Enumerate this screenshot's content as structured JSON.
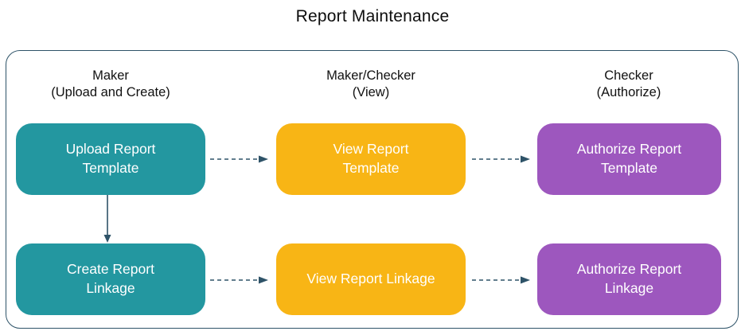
{
  "title": "Report Maintenance",
  "colors": {
    "teal": "#2397A0",
    "yellow": "#F8B515",
    "purple": "#9D57BE",
    "arrow": "#2E5368",
    "border": "#2E5368"
  },
  "columns": [
    {
      "role": "Maker",
      "action": "(Upload and Create)"
    },
    {
      "role": "Maker/Checker",
      "action": "(View)"
    },
    {
      "role": "Checker",
      "action": "(Authorize)"
    }
  ],
  "boxes": {
    "upload_template": {
      "label": "Upload Report\nTemplate",
      "color": "teal"
    },
    "view_template": {
      "label": "View Report\nTemplate",
      "color": "yellow"
    },
    "authorize_template": {
      "label": "Authorize Report\nTemplate",
      "color": "purple"
    },
    "create_linkage": {
      "label": "Create Report\nLinkage",
      "color": "teal"
    },
    "view_linkage": {
      "label": "View Report Linkage",
      "color": "yellow"
    },
    "authorize_linkage": {
      "label": "Authorize Report\nLinkage",
      "color": "purple"
    }
  },
  "arrows": [
    {
      "from": "Upload Report Template",
      "to": "View Report Template",
      "style": "dashed"
    },
    {
      "from": "View Report Template",
      "to": "Authorize Report Template",
      "style": "dashed"
    },
    {
      "from": "Upload Report Template",
      "to": "Create Report Linkage",
      "style": "solid"
    },
    {
      "from": "Create Report Linkage",
      "to": "View Report Linkage",
      "style": "dashed"
    },
    {
      "from": "View Report Linkage",
      "to": "Authorize Report Linkage",
      "style": "dashed"
    }
  ]
}
